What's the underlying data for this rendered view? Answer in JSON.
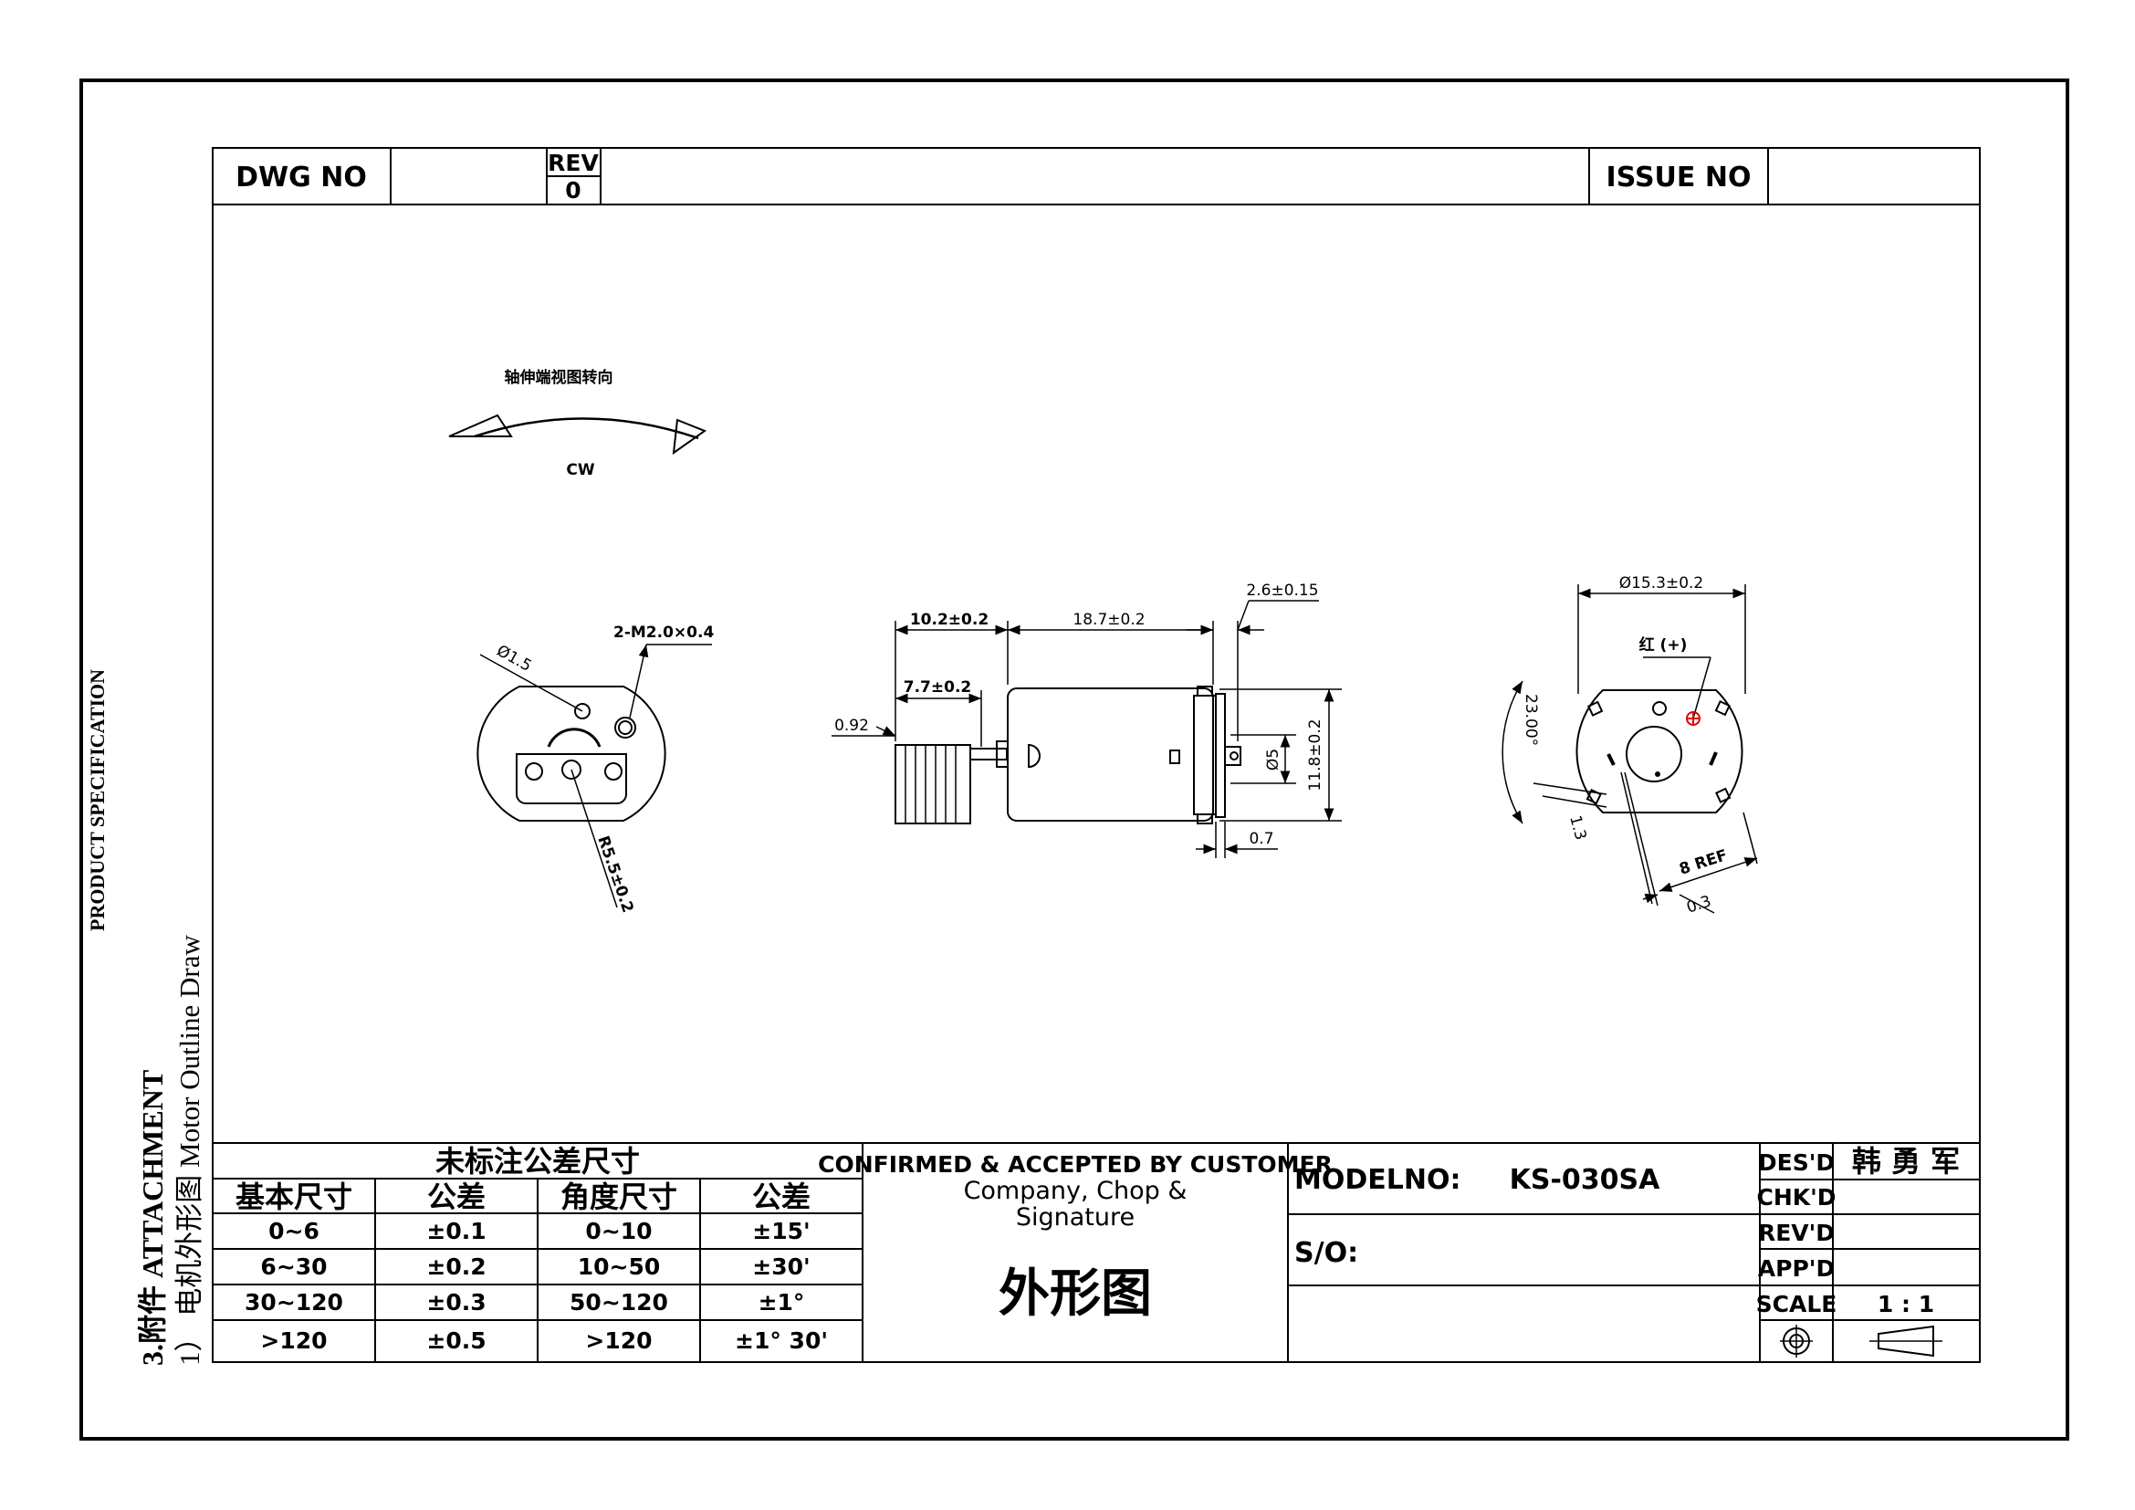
{
  "header": {
    "dwg_no_label": "DWG NO",
    "dwg_no_value": "",
    "rev_label": "REV",
    "rev_value": "0",
    "issue_no_label": "ISSUE NO",
    "issue_no_value": ""
  },
  "side_title": {
    "product_spec": "PRODUCT SPECIFICATION",
    "line1": "3.附件 ATTACHMENT",
    "line2": "1） 电机外形图 Motor Outline Draw"
  },
  "rotation": {
    "caption": "轴伸端视图转向",
    "direction": "CW"
  },
  "end_view_left": {
    "thread_note": "2-M2.0×0.4",
    "hole_dia": "Ø1.5",
    "radius": "R5.5±0.2"
  },
  "side_view": {
    "dim_shaft_total": "10.2±0.2",
    "dim_body": "18.7±0.2",
    "dim_endcap": "2.6±0.15",
    "dim_weight": "7.7±0.2",
    "dim_gap": "0.92",
    "dim_boss": "Ø5",
    "dim_height": "11.8±0.2",
    "dim_terminal": "0.7"
  },
  "end_view_right": {
    "dim_dia": "Ø15.3±0.2",
    "red_label": "红 (+)",
    "angle": "23.00°",
    "dim_small": "1.3",
    "dim_ref": "8 REF",
    "dim_thick": "0.3"
  },
  "tolerance_table": {
    "title": "未标注公差尺寸",
    "headers": [
      "基本尺寸",
      "公差",
      "角度尺寸",
      "公差"
    ],
    "rows": [
      [
        "0~6",
        "±0.1",
        "0~10",
        "±15'"
      ],
      [
        "6~30",
        "±0.2",
        "10~50",
        "±30'"
      ],
      [
        "30~120",
        "±0.3",
        "50~120",
        "±1°"
      ],
      [
        ">120",
        "±0.5",
        ">120",
        "±1° 30'"
      ]
    ]
  },
  "customer": {
    "confirm": "CONFIRMED & ACCEPTED BY CUSTOMER",
    "company_line1": "Company, Chop &",
    "company_line2": "Signature",
    "drawing_name": "外形图"
  },
  "model": {
    "label": "MODELNO:",
    "value": "KS-030SA",
    "so_label": "S/O:"
  },
  "signoff": {
    "des_label": "DES'D",
    "des_value": "韩 勇 军",
    "chk_label": "CHK'D",
    "rev_label": "REV'D",
    "app_label": "APP'D",
    "scale_label": "SCALE",
    "scale_value": "1 : 1",
    "projection_icon": "projection-symbol-icon"
  },
  "colors": {
    "line": "#000000",
    "accent_red": "#e00000"
  }
}
